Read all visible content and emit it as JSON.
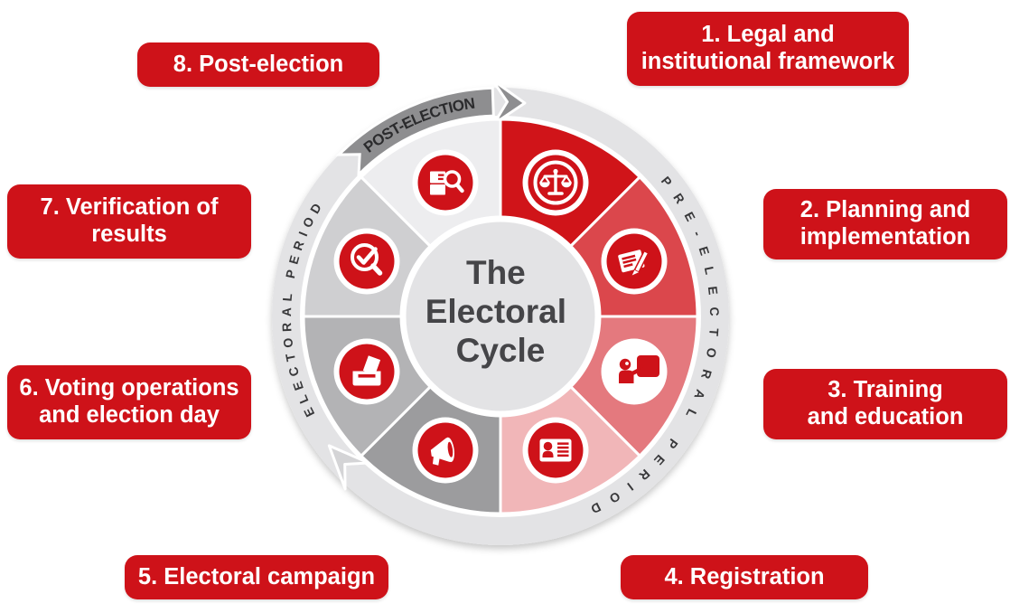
{
  "center": {
    "line1": "The",
    "line2": "Electoral",
    "line3": "Cycle"
  },
  "ring": {
    "post_election_label": "POST-ELECTION",
    "pre_electoral_label": "PRE-ELECTORAL PERIOD",
    "electoral_label": "ELECTORAL PERIOD"
  },
  "stages": [
    {
      "num": 1,
      "label": "1. Legal and\ninstitutional framework",
      "icon": "scales-of-justice-icon"
    },
    {
      "num": 2,
      "label": "2. Planning and\nimplementation",
      "icon": "document-pen-icon"
    },
    {
      "num": 3,
      "label": "3. Training\nand education",
      "icon": "trainer-presentation-icon"
    },
    {
      "num": 4,
      "label": "4. Registration",
      "icon": "id-card-icon"
    },
    {
      "num": 5,
      "label": "5. Electoral campaign",
      "icon": "megaphone-icon"
    },
    {
      "num": 6,
      "label": "6. Voting operations\nand election day",
      "icon": "ballot-box-icon"
    },
    {
      "num": 7,
      "label": "7. Verification of\nresults",
      "icon": "magnifier-check-icon"
    },
    {
      "num": 8,
      "label": "8. Post-election",
      "icon": "documents-magnifier-icon"
    }
  ],
  "colors": {
    "accent_red": "#ce1219",
    "segments": [
      "#d01419",
      "#db474c",
      "#e4797e",
      "#f1b6b8",
      "#9c9c9e",
      "#b3b3b5",
      "#cfcfd1",
      "#ededef"
    ],
    "ring": "#e3e3e5",
    "post_band": "#8e8e90",
    "transition_arrow": "#d4d4d6",
    "center_circle": "#e3e3e5",
    "center_text": "#454548",
    "ring_text": "#38383a",
    "post_band_text": "#2b2b2d"
  }
}
